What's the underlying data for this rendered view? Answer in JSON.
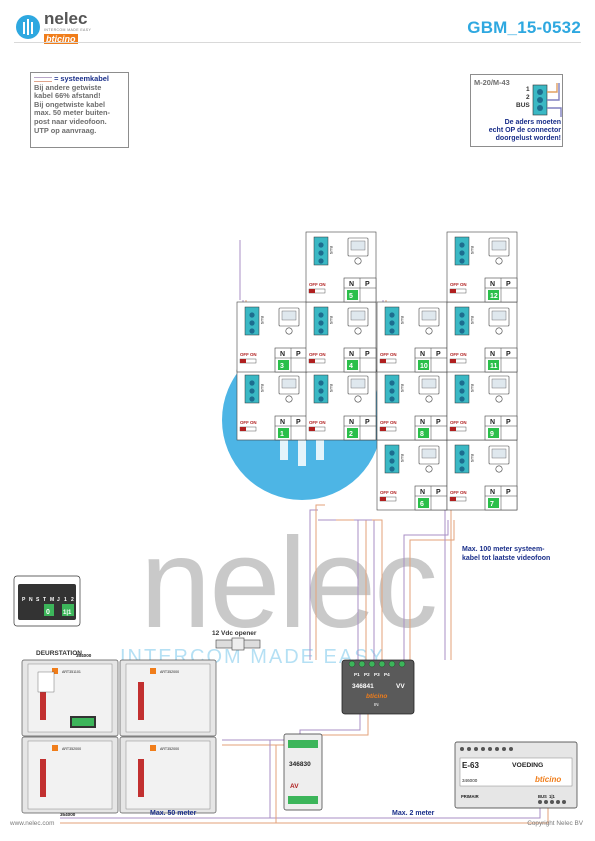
{
  "brand": {
    "name": "nelec",
    "tagline": "INTERCOM MADE EASY",
    "sub_brand": "bticino",
    "watermark_word": "nelec",
    "watermark_tagline": "INTERCOM MADE EASY"
  },
  "document_code": "GBM_15-0532",
  "note": {
    "legend": "= systeemkabel",
    "lines": [
      "Bij andere getwiste",
      "kabel 66% afstand!",
      "Bij ongetwiste kabel",
      "max. 50 meter buiten-",
      "post naar videofoon.",
      "UTP op aanvraag."
    ]
  },
  "bus_connector": {
    "model": "M-20/M-43",
    "terminal_1": "1",
    "terminal_2": "2",
    "terminal_bus": "BUS",
    "warning": [
      "De aders moeten",
      "echt OP de connector",
      "doorgelust worden!"
    ]
  },
  "units": [
    {
      "number": "1"
    },
    {
      "number": "2"
    },
    {
      "number": "3"
    },
    {
      "number": "4"
    },
    {
      "number": "5"
    },
    {
      "number": "6"
    },
    {
      "number": "7"
    },
    {
      "number": "8"
    },
    {
      "number": "9"
    },
    {
      "number": "10"
    },
    {
      "number": "11"
    },
    {
      "number": "12"
    }
  ],
  "unit_labels": {
    "n": "N",
    "p": "P",
    "off_on": "OFF ON",
    "bus": "BUS"
  },
  "notes": {
    "max_100": [
      "Max. 100 meter systeem-",
      "kabel tot laatste videofoon"
    ],
    "max_50": "Max. 50 meter",
    "max_2": "Max. 2 meter"
  },
  "dip_switch": {
    "labels": [
      "P",
      "N",
      "S",
      "T",
      "M",
      "J",
      "1",
      "2"
    ],
    "value_left": "0",
    "value_right": "1|1"
  },
  "door_station": {
    "label": "DEURSTATION",
    "cable_top": "354000",
    "cable_bottom": "354000",
    "modules": [
      "ART351101",
      "ART352000",
      "ART352000",
      "ART352000"
    ]
  },
  "opener": "12 Vdc opener",
  "distributor": {
    "code": "346841",
    "ports": [
      "P1",
      "P2",
      "P3",
      "P4"
    ],
    "vv": "VV",
    "in": "IN",
    "brand": "bticino"
  },
  "interface": {
    "code": "346830",
    "av": "AV"
  },
  "power_supply": {
    "model": "E-63",
    "label": "VOEDING",
    "code": "346000",
    "brand": "bticino",
    "primair": "PRIMAIR",
    "bus": "BUS",
    "pins": "1|1"
  },
  "footer": {
    "left": "www.nelec.com",
    "right": "Copyright Nelec BV"
  }
}
